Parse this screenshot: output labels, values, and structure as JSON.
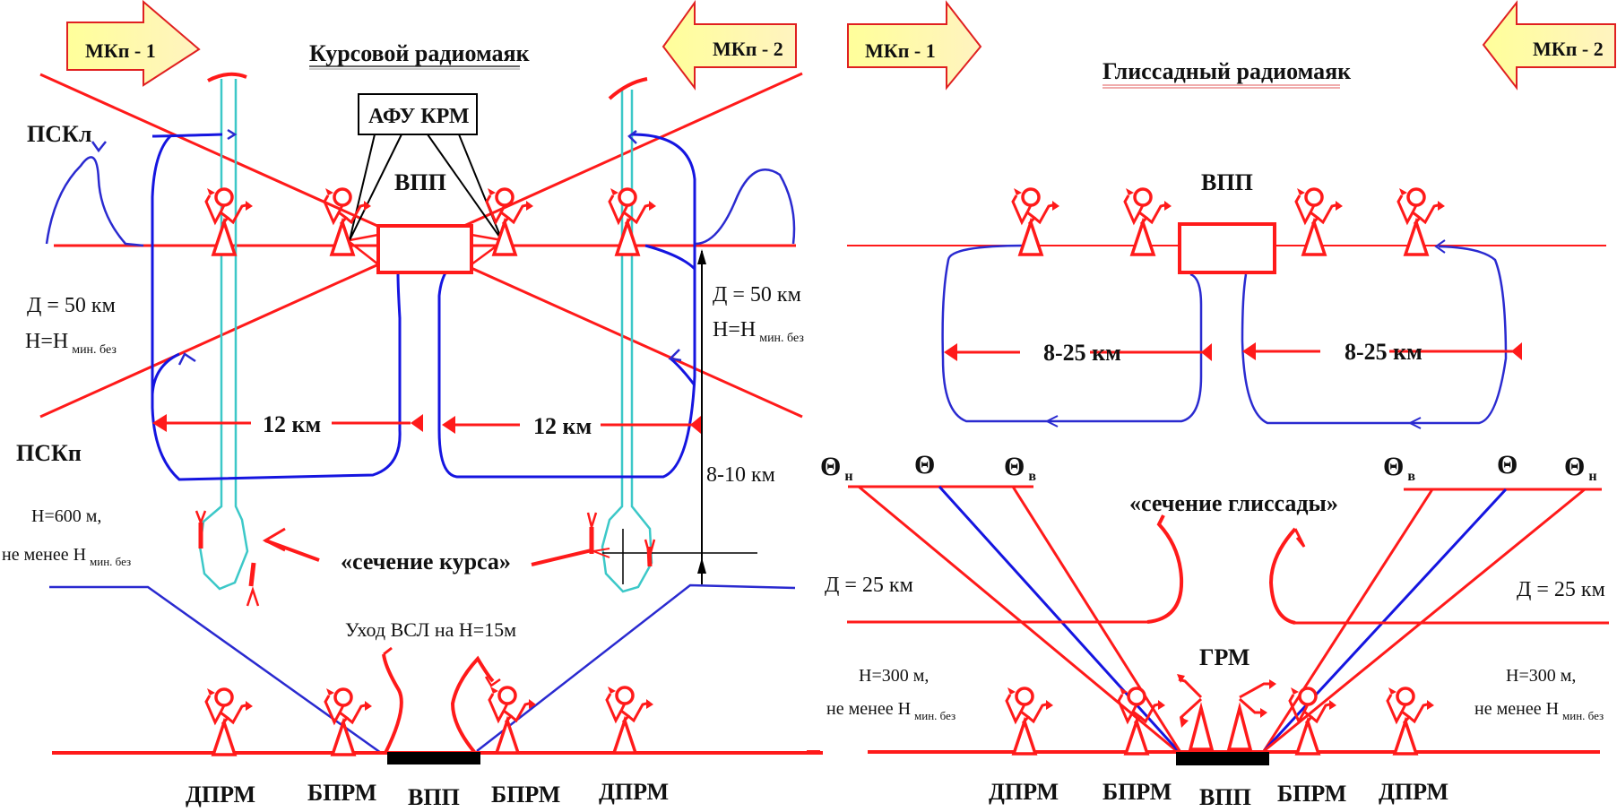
{
  "localizer": {
    "title": "Курсовой радиомаяк",
    "mkp1": "МКп - 1",
    "mkp2": "МКп - 2",
    "afu_krm": "АФУ КРМ",
    "runway_top": "ВПП",
    "psk_left": "ПСКл",
    "psk_right": "ПСКп",
    "distance_left": "Д = 50 км",
    "height_left_main": "Н=Н",
    "height_left_sub": "мин. без",
    "distance_right": "Д = 50 км",
    "height_right_main": "Н=Н",
    "height_right_sub": "мин. без",
    "span_left": "12 км",
    "span_right": "12 км",
    "span_vertical": "8-10  км",
    "h600_line1": "Н=600 м,",
    "h600_line2_main": "не менее Н",
    "h600_line2_sub": "мин. без",
    "course_section": "«сечение курса»",
    "go_around": "Уход ВСЛ на Н=15м",
    "bottom_labels": [
      "ДПРМ",
      "БПРМ",
      "ВПП",
      "БПРМ",
      "ДПРМ"
    ]
  },
  "glideslope": {
    "title": "Глиссадный радиомаяк",
    "mkp1": "МКп - 1",
    "mkp2": "МКп - 2",
    "runway_top": "ВПП",
    "span_left": "8-25 км",
    "span_right": "8-25 км",
    "theta_left": [
      {
        "main": "Θ",
        "sub": "н"
      },
      {
        "main": "Θ",
        "sub": ""
      },
      {
        "main": "Θ",
        "sub": "в"
      }
    ],
    "theta_right": [
      {
        "main": "Θ",
        "sub": "в"
      },
      {
        "main": "Θ",
        "sub": ""
      },
      {
        "main": "Θ",
        "sub": "н"
      }
    ],
    "glide_section": "«сечение глиссады»",
    "distance_left": "Д = 25 км",
    "distance_right": "Д = 25 км",
    "grm": "ГРМ",
    "h300_left_line1": "Н=300 м,",
    "h300_left_line2_main": "не менее Н",
    "h300_left_line2_sub": "мин. без",
    "h300_right_line1": "Н=300 м,",
    "h300_right_line2_main": "не менее Н",
    "h300_right_line2_sub": "мин. без",
    "bottom_labels": [
      "ДПРМ",
      "БПРМ",
      "ВПП",
      "БПРМ",
      "ДПРМ"
    ]
  },
  "colors": {
    "path_red": "#ff1a1a",
    "route_blue": "#2a2ad0",
    "beam_cyan": "#3cc8c8",
    "arrow_fill": "#ffffa0",
    "runway_black": "#000000"
  }
}
